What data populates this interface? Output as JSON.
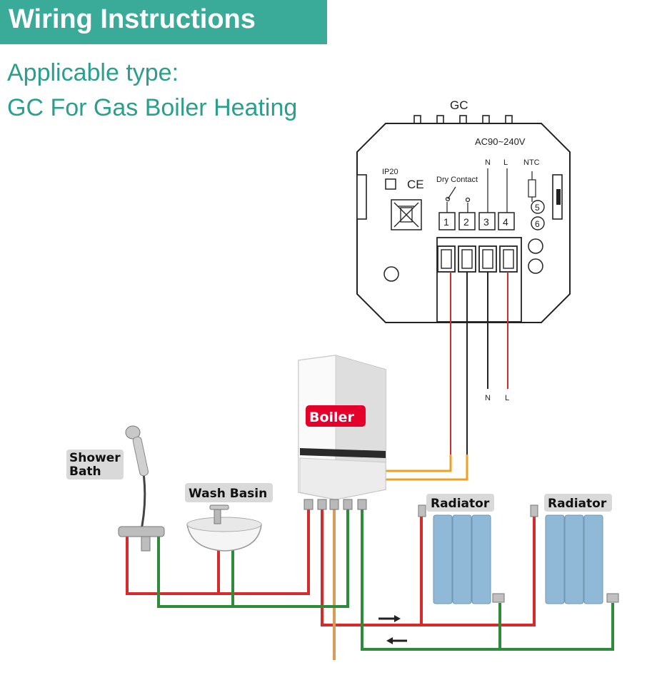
{
  "header": {
    "title": "Wiring Instructions",
    "applicable_line": "Applicable type:",
    "type_line": "GC For Gas Boiler Heating"
  },
  "device": {
    "model": "GC",
    "voltage": "AC90~240V",
    "ip_rating": "IP20",
    "ce_mark": "CE",
    "dry_contact": "Dry Contact",
    "n_label": "N",
    "l_label": "L",
    "ntc_label": "NTC",
    "terminals": [
      "1",
      "2",
      "3",
      "4"
    ],
    "ntc_terminals": [
      "5",
      "6"
    ]
  },
  "wires": {
    "n": "N",
    "l": "L"
  },
  "labels": {
    "boiler": "Boiler",
    "shower_line1": "Shower",
    "shower_line2": "Bath",
    "wash_basin": "Wash Basin",
    "radiator_1": "Radiator",
    "radiator_2": "Radiator"
  },
  "colors": {
    "banner": "#3aab98",
    "title_teal": "#2a9f8d",
    "hot_pipe": "#d62b2b",
    "return_pipe": "#2e8b3a",
    "signal_wire": "#f0a020",
    "radiator": "#8fb9d6",
    "boiler_tag": "#e4002b"
  }
}
